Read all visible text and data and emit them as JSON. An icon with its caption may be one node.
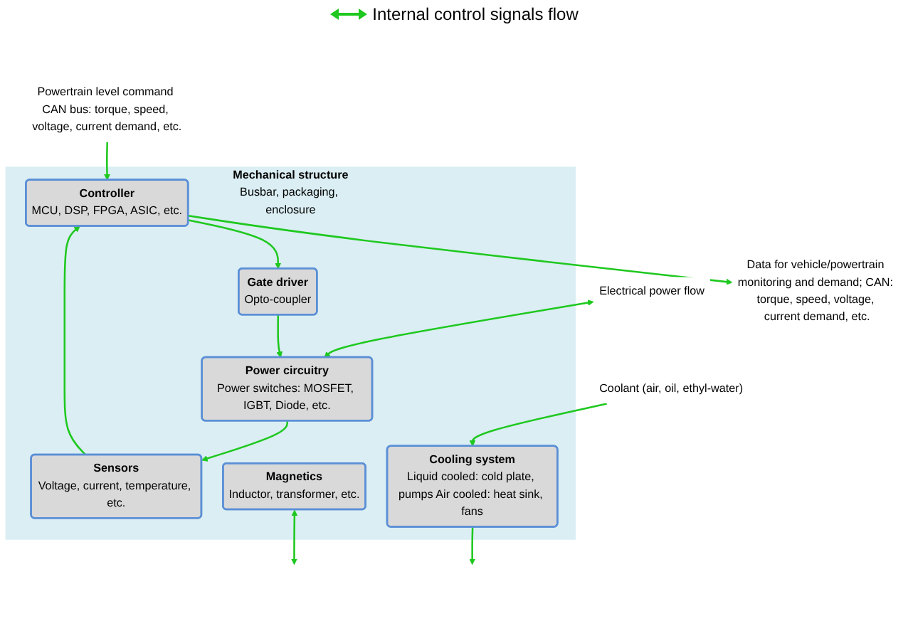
{
  "diagram": {
    "nodes": [
      {
        "text": [
          "Mechanical structure",
          "Busbar, packaging, enclosure"
        ]
      },
      {
        "text": [
          "Controller",
          "MCU, DSP, FPGA, ASIC, etc."
        ],
        "in": 0
      },
      {
        "text": [
          "Gate driver",
          "Opto-coupler"
        ],
        "in": 0
      },
      {
        "text": [
          "Sensors",
          "Voltage, current, temperature, etc."
        ],
        "in": 0
      },
      {
        "text": [
          "Power circuitry",
          "Power switches: MOSFET, IGBT, Diode, etc."
        ],
        "in": 0
      },
      {
        "text": [
          "Magnetics",
          "Inductor, transformer, etc."
        ],
        "in": 0
      },
      {
        "text": [
          "Cooling system",
          "Liquid cooled: cold plate, pumps Air cooled: heat sink, fans"
        ],
        "in": 0
      },
      {
        "text": [
          "Powertrain level command CAN bus: torque, speed, voltage, current demand, etc."
        ]
      },
      {
        "text": [
          "Data for vehicle/powertrain monitoring and demand; CAN: torque, speed, voltage, current demand, etc."
        ]
      },
      {
        "text": [
          "Electrical power flow"
        ]
      },
      {
        "text": [
          "Coolant (air, oil, ethyl-water)"
        ]
      }
    ],
    "edges": [
      {
        "from": 7,
        "to": 1,
        "arrow": "to"
      },
      {
        "from": 1,
        "to": 8,
        "arrow": "to"
      },
      {
        "from": 1,
        "to": 2,
        "arrow": "to"
      },
      {
        "from": 2,
        "to": 4,
        "arrow": "to"
      },
      {
        "from": 4,
        "to": 3,
        "arrow": "to"
      },
      {
        "from": 3,
        "to": 1,
        "arrow": "to"
      },
      {
        "from": 9,
        "to": 4,
        "arrow": "both"
      },
      {
        "from": 5,
        "to": null,
        "arrow": "both"
      },
      {
        "from": 10,
        "to": 6,
        "arrow": "to"
      },
      {
        "from": 6,
        "to": null,
        "arrow": "to"
      }
    ],
    "labels": [
      "Internal control signals flow"
    ]
  }
}
